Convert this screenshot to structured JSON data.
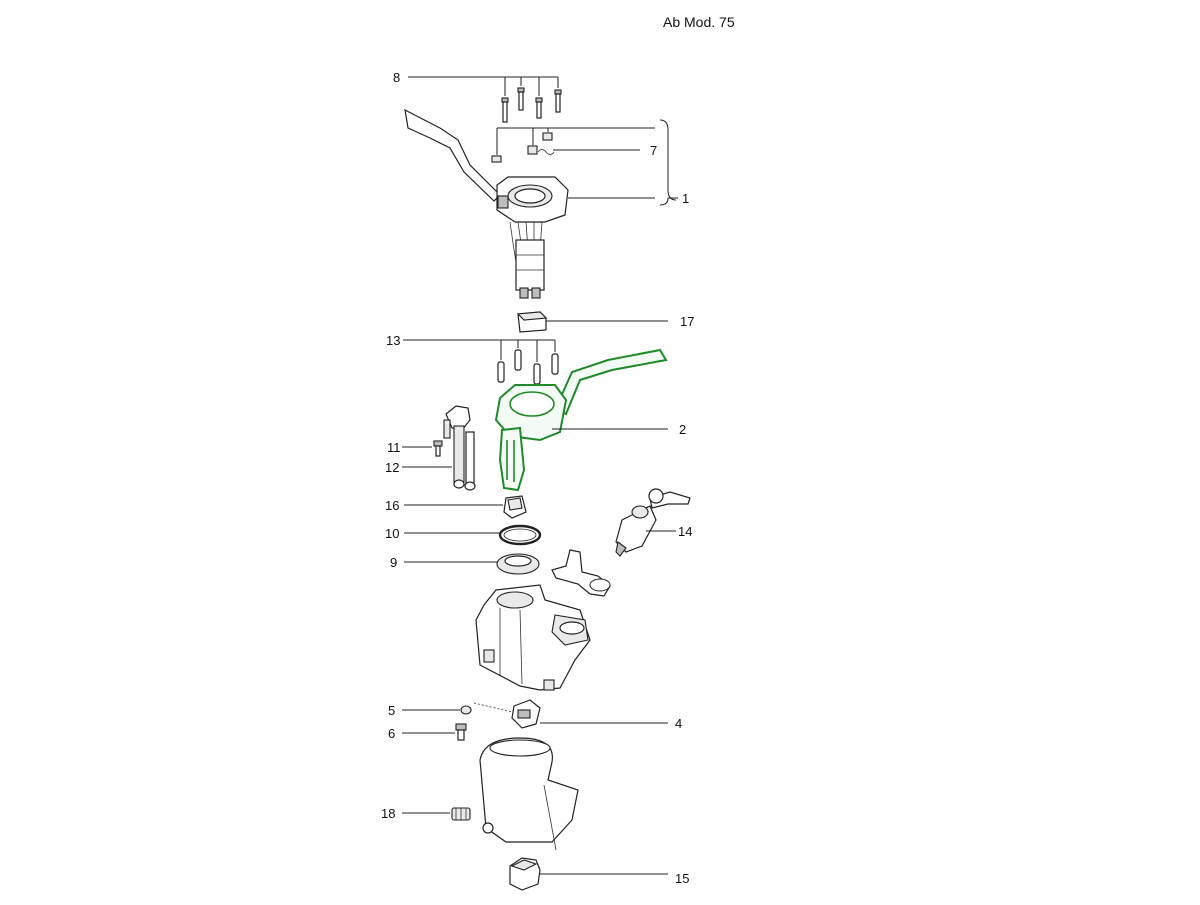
{
  "header": {
    "model_note": "Ab Mod. 75"
  },
  "callouts": {
    "p1": "1",
    "p2": "2",
    "p4": "4",
    "p5": "5",
    "p6": "6",
    "p7": "7",
    "p8": "8",
    "p9": "9",
    "p10": "10",
    "p11": "11",
    "p12": "12",
    "p13": "13",
    "p14": "14",
    "p15": "15",
    "p16": "16",
    "p17": "17",
    "p18": "18"
  },
  "colors": {
    "highlight": "#1f8a2a",
    "line": "#222222",
    "background": "#ffffff"
  }
}
